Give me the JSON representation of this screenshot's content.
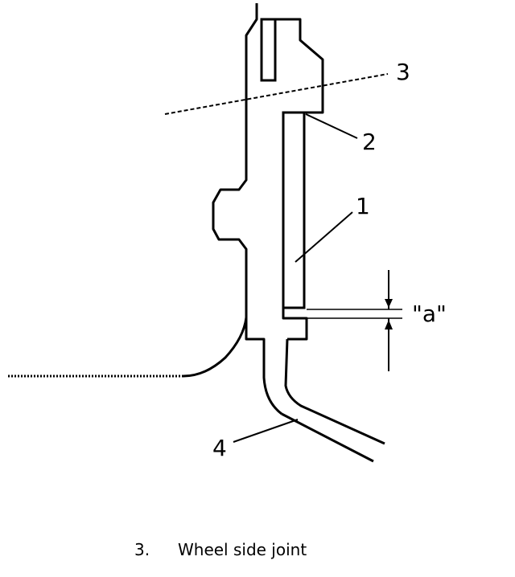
{
  "callouts": {
    "part_1": "1",
    "part_2": "2",
    "part_3": "3",
    "part_4": "4",
    "dimension_a": "\"a\""
  },
  "caption": {
    "number": "3.",
    "text": "Wheel side joint"
  }
}
